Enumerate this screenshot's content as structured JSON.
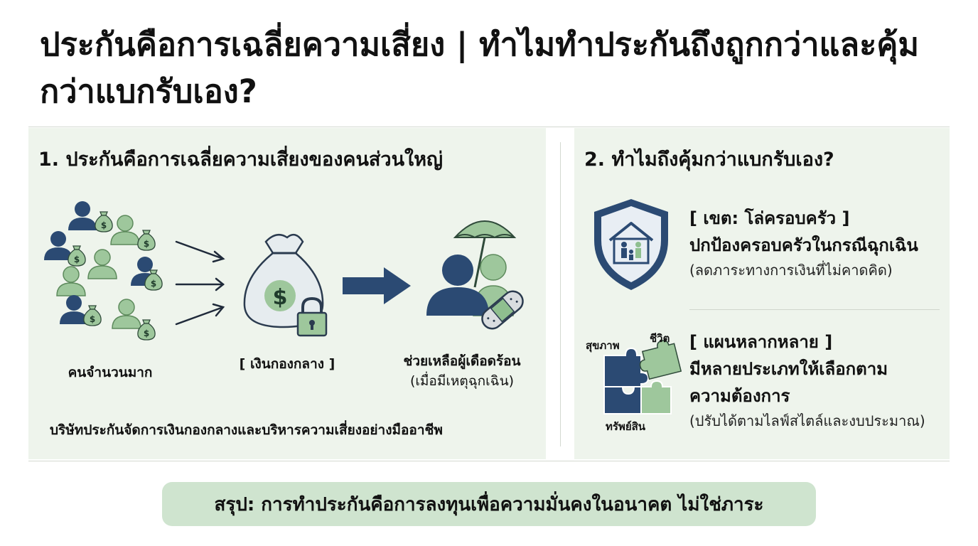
{
  "header": {
    "title": "ประกันคือการเฉลี่ยความเสี่ยง | ทำไมทำประกันถึงถูกกว่าและคุ้มกว่าแบกรับเอง?"
  },
  "section1": {
    "title": "1. ประกันคือการเฉลี่ยความเสี่ยงของคนส่วนใหญ่",
    "crowd_label": "คนจำนวนมาก",
    "fund_label": "[ เงินกองกลาง ]",
    "help_label": "ช่วยเหลือผู้เดือดร้อน",
    "help_sub": "(เมื่อมีเหตุฉุกเฉิน)",
    "note": "บริษัทประกันจัดการเงินกองกลางและบริหารความเสี่ยงอย่างมืออาชีพ"
  },
  "section2": {
    "title": "2. ทำไมถึงคุ้มกว่าแบกรับเอง?",
    "items": [
      {
        "tag": "[ เขต: โล่ครอบครัว ]",
        "main": "ปกป้องครอบครัวในกรณีฉุกเฉิน",
        "sub": "(ลดภาระทางการเงินที่ไม่คาดคิด)"
      },
      {
        "tag": "[ แผนหลากหลาย ]",
        "main": "มีหลายประเภทให้เลือกตาม",
        "main2": "ความต้องการ",
        "sub": "(ปรับได้ตามไลฟ์สไตล์และงบประมาณ)"
      }
    ],
    "puzzle_labels": {
      "health": "สุขภาพ",
      "life": "ชีวิต",
      "assets": "ทรัพย์สิน"
    }
  },
  "summary": {
    "text": "สรุป: การทำประกันคือการลงทุนเพื่อความมั่นคงในอนาคต ไม่ใช่ภาระ"
  },
  "icons": {
    "money_bag": "money-bag-icon",
    "person": "person-icon",
    "umbrella": "umbrella-icon",
    "bandage": "bandage-icon",
    "shield_home": "shield-family-icon",
    "puzzle": "puzzle-icon",
    "lock": "padlock-icon"
  },
  "colors": {
    "navy": "#2b4a73",
    "green": "#8fbf8f",
    "light_green": "#cfe4cf",
    "panel_bg": "#eef4ec"
  }
}
